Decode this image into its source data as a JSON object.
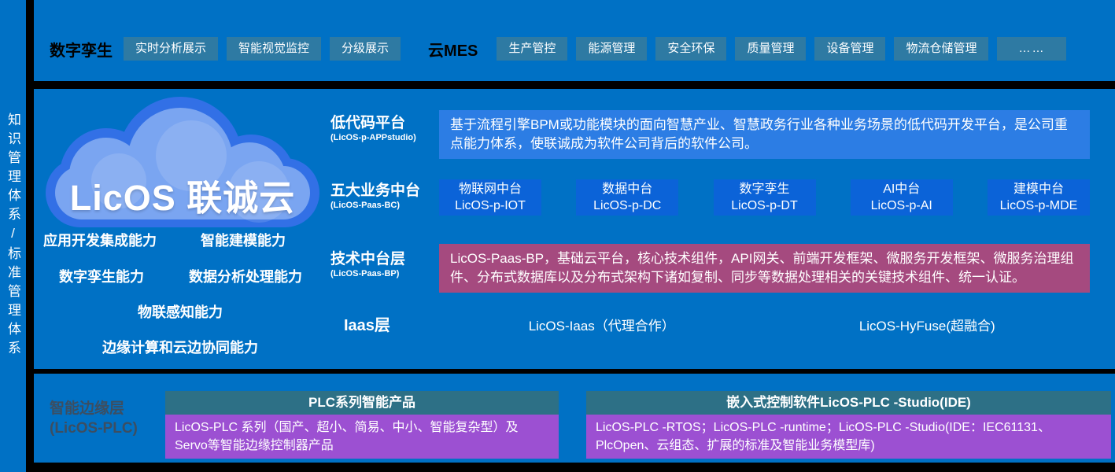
{
  "sidebar": {
    "vertical_label": "知识管理体系/标准管理体系"
  },
  "top_bar": {
    "digital_twin_label": "数字孪生",
    "digital_twin_buttons": [
      "实时分析展示",
      "智能视觉监控",
      "分级展示"
    ],
    "cloud_mes_label": "云MES",
    "cloud_mes_buttons": [
      "生产管控",
      "能源管理",
      "安全环保",
      "质量管理",
      "设备管理",
      "物流仓储管理",
      "……"
    ]
  },
  "main": {
    "logo_text": "LicOS 联诚云",
    "capabilities": [
      "应用开发集成能力",
      "智能建模能力",
      "数字孪生能力",
      "数据分析处理能力",
      "物联感知能力",
      "边缘计算和云边协同能力"
    ],
    "layers": [
      {
        "title": "低代码平台",
        "subtitle": "(LicOS-p-APPstudio)"
      },
      {
        "title": "五大业务中台",
        "subtitle": "(LicOS-Paas-BC)"
      },
      {
        "title": "技术中台层",
        "subtitle": "(LicOS-Paas-BP)"
      },
      {
        "title": "Iaas层",
        "subtitle": ""
      }
    ],
    "lowcode_description": "基于流程引擎BPM或功能模块的面向智慧产业、智慧政务行业各种业务场景的低代码开发平台，是公司重点能力体系，使联诚成为软件公司背后的软件公司。",
    "platforms": [
      {
        "name": "物联网中台",
        "code": "LicOS-p-IOT"
      },
      {
        "name": "数据中台",
        "code": "LicOS-p-DC"
      },
      {
        "name": "数字孪生",
        "code": "LicOS-p-DT"
      },
      {
        "name": "AI中台",
        "code": "LicOS-p-AI"
      },
      {
        "name": "建模中台",
        "code": "LicOS-p-MDE"
      }
    ],
    "tech_description": "LicOS-Paas-BP，基础云平台，核心技术组件，API网关、前端开发框架、微服务开发框架、微服务治理组件、分布式数据库以及分布式架构下诸如复制、同步等数据处理相关的关键技术组件、统一认证。",
    "iaas_items": [
      "LicOS-Iaas（代理合作）",
      "LicOS-HyFuse(超融合)"
    ]
  },
  "edge": {
    "label_line1": "智能边缘层",
    "label_line2": "(LicOS-PLC)",
    "groups": [
      {
        "header": "PLC系列智能产品",
        "body": "LicOS-PLC 系列（国产、超小、简易、中小、智能复杂型）及Servo等智能边缘控制器产品"
      },
      {
        "header": "嵌入式控制软件LicOS-PLC -Studio(IDE)",
        "body": "LicOS-PLC -RTOS；LicOS-PLC -runtime；LicOS-PLC -Studio(IDE：IEC61131、PlcOpen、云组态、扩展的标准及智能业务模型库)"
      }
    ]
  },
  "colors": {
    "background_blue": "#0071c5",
    "chip_teal": "#2e7aa3",
    "description_blue": "#2c7de4",
    "platform_blue": "#0b63d8",
    "tech_maroon": "#a54a7f",
    "edge_header_teal": "#2d7086",
    "edge_body_purple": "#9c50d2",
    "cloud_outer": "#3270e6",
    "cloud_inner": "#7aa5f1",
    "divider_black": "#000000",
    "edge_label_dark": "#3c4e61"
  }
}
